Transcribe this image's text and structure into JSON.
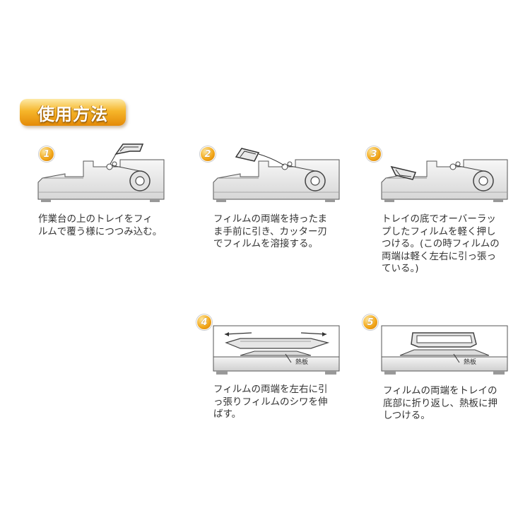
{
  "title": "使用方法",
  "steps": [
    {
      "number": "1",
      "lines": [
        "作業台の上のトレイをフィ",
        "ルムで覆う様につつみ込む。"
      ]
    },
    {
      "number": "2",
      "lines": [
        "フィルムの両端を持ったま",
        "ま手前に引き、カッター刃",
        "でフィルムを溶接する。"
      ]
    },
    {
      "number": "3",
      "lines": [
        "トレイの底でオーバーラッ",
        "プしたフィルムを軽く押し",
        "つける。(この時フィルムの",
        "両端は軽く左右に引っ張っ",
        "ている。)"
      ]
    },
    {
      "number": "4",
      "lines": [
        "フィルムの両端を左右に引",
        "っ張りフィルムのシワを伸",
        "ばす。"
      ],
      "plate_label": "熱板"
    },
    {
      "number": "5",
      "lines": [
        "フィルムの両端をトレイの",
        "底部に折り返し、熱板に押",
        "しつける。"
      ],
      "plate_label": "熱板"
    }
  ]
}
